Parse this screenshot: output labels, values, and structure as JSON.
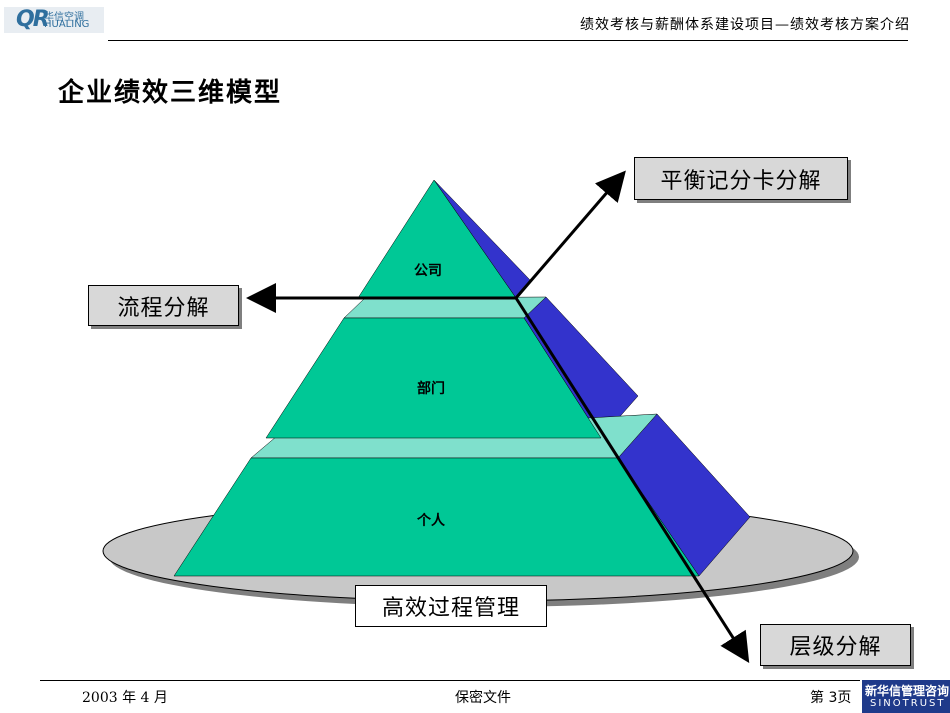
{
  "header": {
    "logo_text_cn": "华信空调",
    "logo_text_en": "HUALING",
    "logo_mark": "QR",
    "title": "绩效考核与薪酬体系建设项目—绩效考核方案介绍"
  },
  "page_title": "企业绩效三维模型",
  "diagram": {
    "tiers": [
      "公司",
      "部门",
      "个人"
    ],
    "callouts": {
      "balanced_scorecard": "平衡记分卡分解",
      "process": "流程分解",
      "level": "层级分解",
      "base": "高效过程管理"
    },
    "colors": {
      "pyramid_face": "#00c896",
      "pyramid_top_ledge": "#7fe0cc",
      "pyramid_side": "#3333cc",
      "base_ellipse": "#c8c8c8",
      "callout_fill": "#d8d8d8"
    }
  },
  "footer": {
    "date": "2003 年 4 月",
    "confidential": "保密文件",
    "page": "第 3页",
    "brand_cn": "新华信管理咨询",
    "brand_en": "SINOTRUST"
  }
}
